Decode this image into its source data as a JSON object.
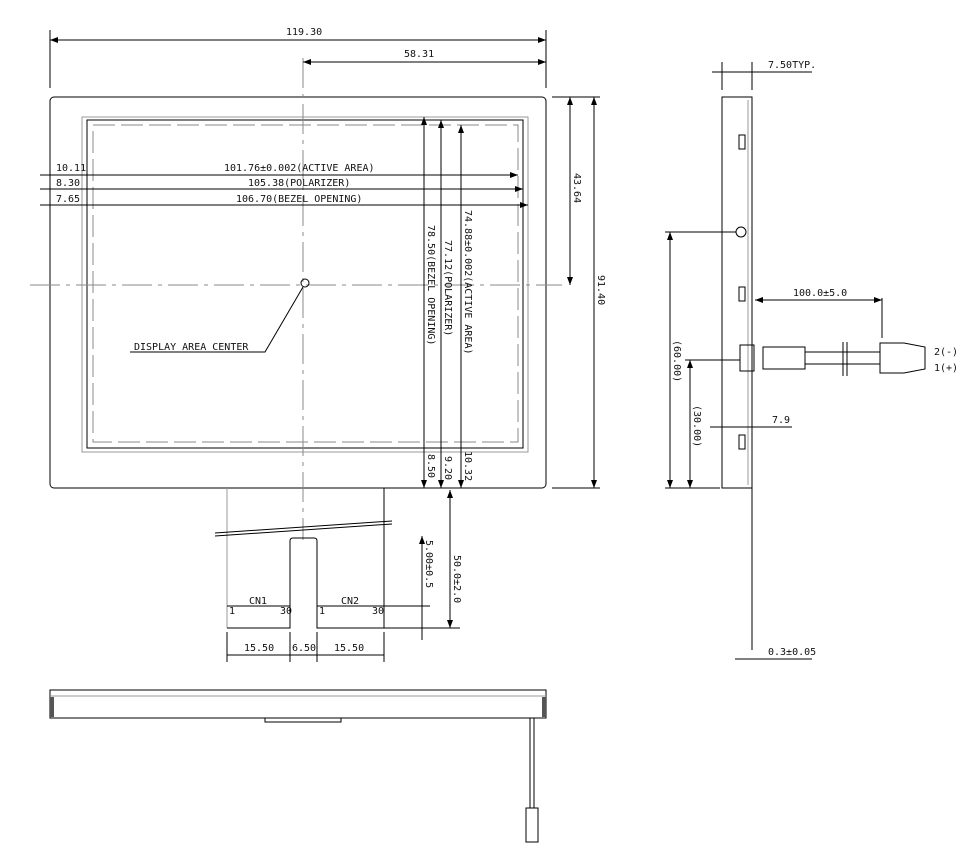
{
  "front_view": {
    "overall_width": "119.30",
    "center_offset": "58.31",
    "active_area_margin": "10.11",
    "active_area_width": "101.76±0.002(ACTIVE  AREA)",
    "polarizer_margin": "8.30",
    "polarizer_width": "105.38(POLARIZER)",
    "bezel_margin": "7.65",
    "bezel_opening_width": "106.70(BEZEL  OPENING)",
    "bezel_opening_height": "78.50(BEZEL  OPENING)",
    "polarizer_height": "77.12(POLARIZER)",
    "active_area_height": "74.88±0.002(ACTIVE  AREA)",
    "bezel_bottom_margin": "8.50",
    "polarizer_bottom_margin": "9.20",
    "active_bottom_margin": "10.32",
    "center_height": "43.64",
    "overall_height": "91.40",
    "center_label": "DISPLAY AREA CENTER"
  },
  "fpc": {
    "cn1_label": "CN1",
    "cn2_label": "CN2",
    "pin_first": "1",
    "pin_last": "30",
    "slot_depth": "5.00±0.5",
    "fpc_length": "50.0±2.0",
    "cn1_width": "15.50",
    "slot_width": "6.50",
    "cn2_width": "15.50"
  },
  "side_view": {
    "thickness": "7.50TYP.",
    "cable_length": "100.0±5.0",
    "pin2": "2(-)",
    "pin1": "1(+)",
    "cable_height": "(60.00)",
    "cable_offset": "(30.00)",
    "cable_depth": "7.9",
    "fpc_thickness": "0.3±0.05"
  }
}
